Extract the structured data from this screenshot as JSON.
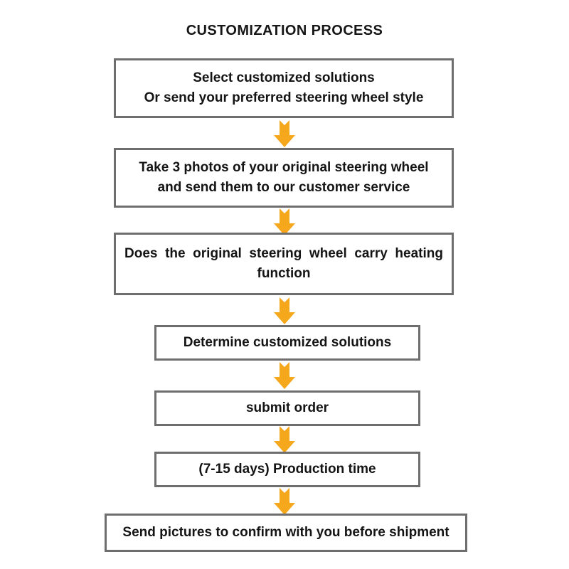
{
  "chart": {
    "title": "CUSTOMIZATION PROCESS",
    "type": "flowchart",
    "orientation": "top-to-bottom",
    "arrow_color": "#F5A81C",
    "box_border_color": "#6E6E6E",
    "box_fill_color": "#FFFFFF",
    "text_color": "#141414",
    "arrow_count": 6,
    "steps": [
      {
        "index": 1,
        "id": "step-select-solutions",
        "line1": "Select customized solutions",
        "line2": "Or send your preferred steering wheel style",
        "width_class": "wide",
        "align": "center"
      },
      {
        "index": 2,
        "id": "step-take-photos",
        "line1": "Take 3 photos of your original steering wheel",
        "line2": "and send them to our customer service",
        "width_class": "wide",
        "align": "center"
      },
      {
        "index": 3,
        "id": "step-heating-question",
        "line1": "Does the original steering wheel carry heating",
        "line2": "function",
        "width_class": "wide",
        "align": "justify"
      },
      {
        "index": 4,
        "id": "step-determine-solutions",
        "line1": "Determine customized solutions",
        "line2": "",
        "width_class": "narrow",
        "align": "center"
      },
      {
        "index": 5,
        "id": "step-submit-order",
        "line1": "submit order",
        "line2": "",
        "width_class": "narrow",
        "align": "center"
      },
      {
        "index": 6,
        "id": "step-production-time",
        "line1": "(7-15 days) Production time",
        "line2": "",
        "width_class": "narrow",
        "align": "center"
      },
      {
        "index": 7,
        "id": "step-confirm-pictures",
        "line1": "Send pictures to confirm with you before shipment",
        "line2": "",
        "width_class": "widest",
        "align": "center"
      }
    ],
    "arrows": [
      {
        "id": "arrow-1",
        "from": "step-select-solutions",
        "to": "step-take-photos",
        "icon": "down-arrow-icon"
      },
      {
        "id": "arrow-2",
        "from": "step-take-photos",
        "to": "step-heating-question",
        "icon": "down-arrow-icon"
      },
      {
        "id": "arrow-3",
        "from": "step-heating-question",
        "to": "step-determine-solutions",
        "icon": "down-arrow-icon"
      },
      {
        "id": "arrow-4",
        "from": "step-determine-solutions",
        "to": "step-submit-order",
        "icon": "down-arrow-icon"
      },
      {
        "id": "arrow-5",
        "from": "step-submit-order",
        "to": "step-production-time",
        "icon": "down-arrow-icon"
      },
      {
        "id": "arrow-6",
        "from": "step-production-time",
        "to": "step-confirm-pictures",
        "icon": "down-arrow-icon"
      }
    ]
  }
}
